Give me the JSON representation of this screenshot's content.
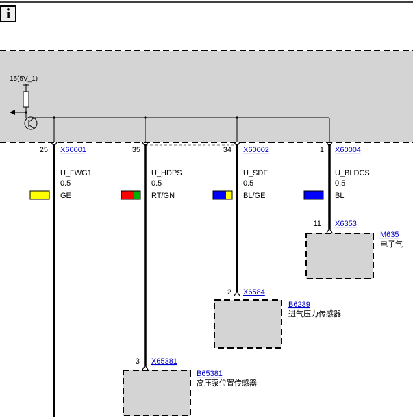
{
  "info_icon": {
    "glyph": "i",
    "name": "info-icon"
  },
  "control_unit": {
    "supply_label": "15(5V_1)",
    "fill_color": "#d4d4d4"
  },
  "pins": [
    {
      "number": "25",
      "connector": "X60001",
      "signal": "U_FWG1",
      "size": "0.5",
      "color_code": "GE",
      "swatch": [
        "#ffff00"
      ]
    },
    {
      "number": "35",
      "connector": "",
      "signal": "U_HDPS",
      "size": "0.5",
      "color_code": "RT/GN",
      "swatch": [
        "#ff0000",
        "#00b000"
      ]
    },
    {
      "number": "34",
      "connector": "X60002",
      "signal": "U_SDF",
      "size": "0.5",
      "color_code": "BL/GE",
      "swatch": [
        "#0000ff",
        "#ffff00"
      ]
    },
    {
      "number": "1",
      "connector": "X60004",
      "signal": "U_BLDCS",
      "size": "0.5",
      "color_code": "BL",
      "swatch": [
        "#0000ff"
      ]
    }
  ],
  "components": [
    {
      "pin": "11",
      "connector": "X6353",
      "id": "M635",
      "description": "电子气"
    },
    {
      "pin": "2",
      "connector": "X6584",
      "id": "B6239",
      "description": "进气压力传感器"
    },
    {
      "pin": "3",
      "connector": "X65381",
      "id": "B65381",
      "description": "高压泵位置传感器"
    }
  ],
  "link_color": "#0000cc"
}
